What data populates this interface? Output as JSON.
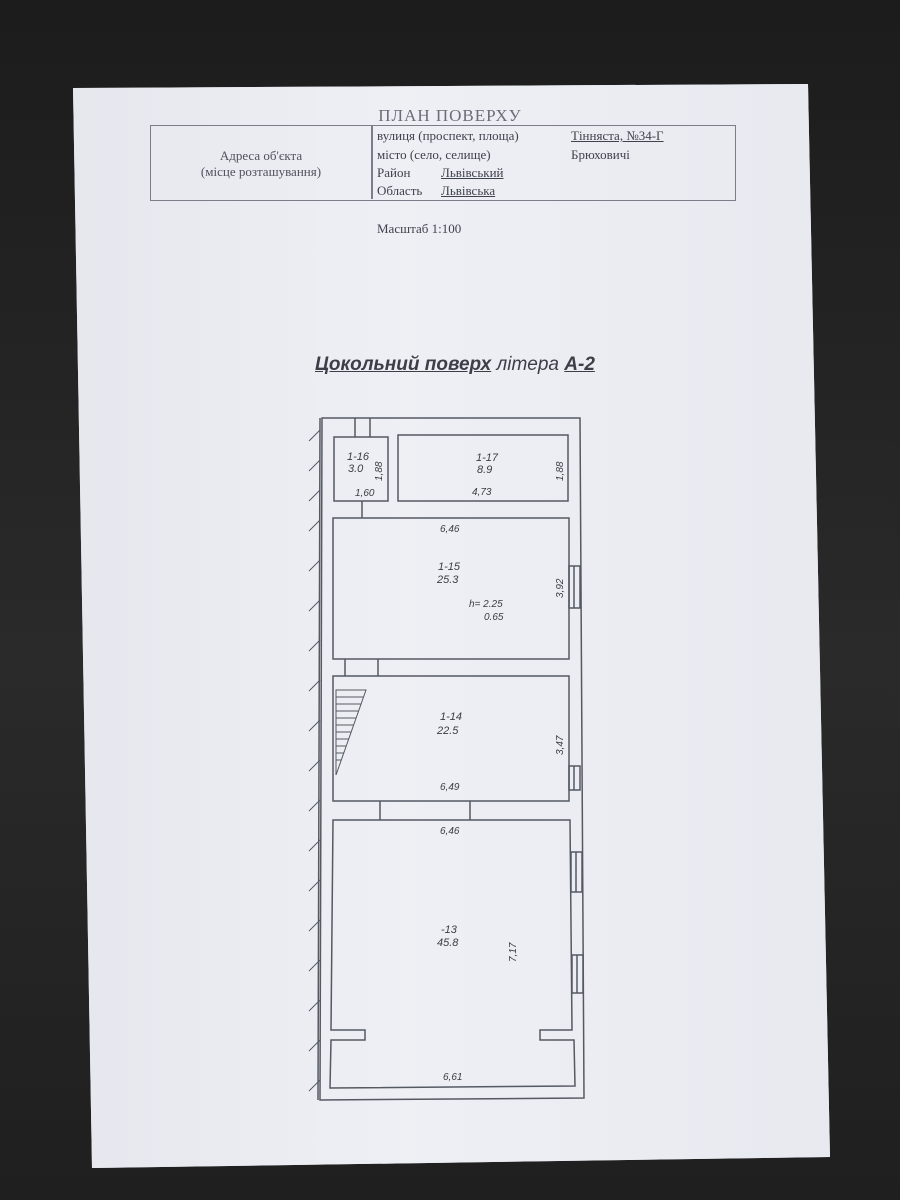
{
  "document": {
    "title": "ПЛАН ПОВЕРХУ",
    "address_label_line1": "Адреса об'єкта",
    "address_label_line2": "(місце розташування)",
    "rows": [
      {
        "label": "вулиця (проспект, площа)",
        "value": "Тінняста, №34-Г"
      },
      {
        "label": "місто (село, селище)",
        "value": "Брюховичі"
      },
      {
        "label": "Район",
        "value": "Львівський"
      },
      {
        "label": "Область",
        "value": "Львівська"
      }
    ],
    "scale": "Масштаб  1:100"
  },
  "floor": {
    "title_bold": "Цокольний поверх",
    "title_letter": "літера",
    "title_code": "А-2"
  },
  "rooms": [
    {
      "id": "1-16",
      "area": "3.0"
    },
    {
      "id": "1-17",
      "area": "8.9"
    },
    {
      "id": "1-15",
      "area": "25.3"
    },
    {
      "id": "1-14",
      "area": "22.5"
    },
    {
      "id": "-13",
      "area": "45.8"
    }
  ],
  "dimensions": {
    "d_1_16_h": "1,88",
    "d_1_16_w": "1,60",
    "d_1_17_w": "4,73",
    "d_1_17_h": "1,88",
    "d_1_15_w": "6,46",
    "d_1_15_h": "3,92",
    "d_1_15_height": "h= 2.25",
    "d_1_15_height2": "0.65",
    "d_1_14_w": "6,49",
    "d_1_14_h": "3,47",
    "d_13_w": "6,46",
    "d_13_h": "7,17",
    "d_total_w": "6,61"
  }
}
